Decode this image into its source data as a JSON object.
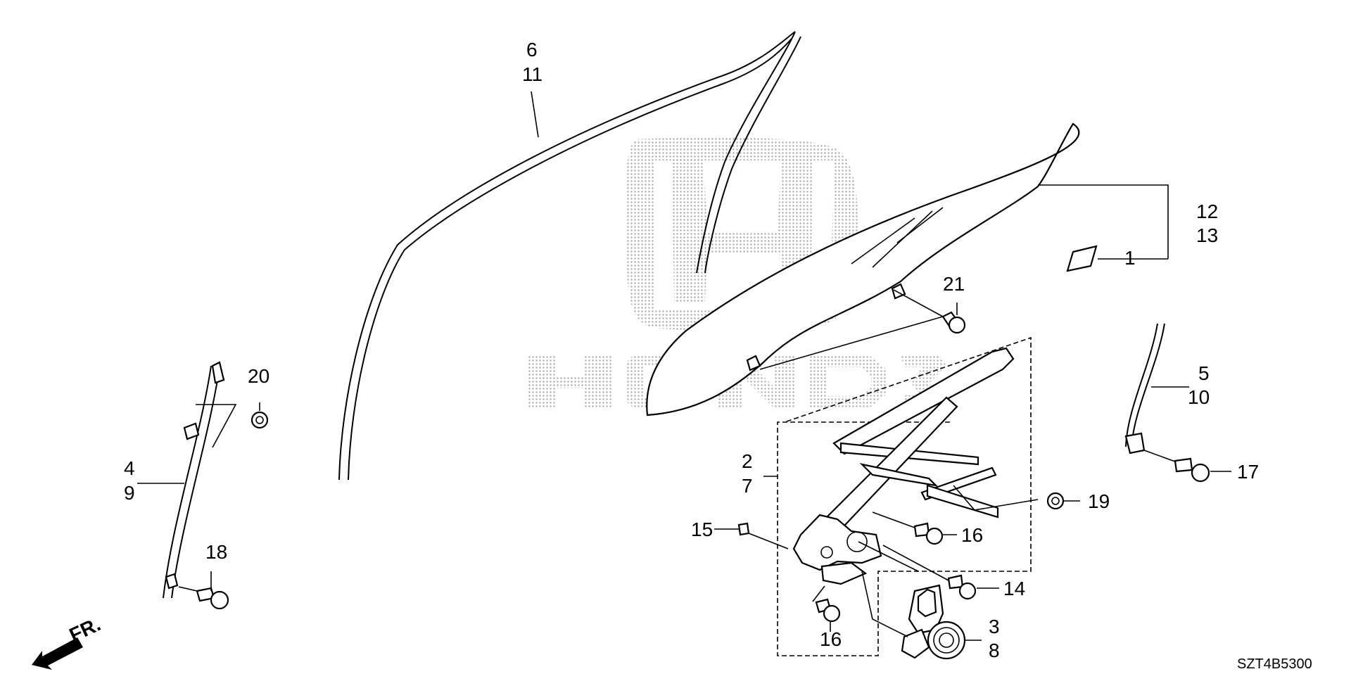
{
  "diagram_code": "SZT4B5300",
  "direction_label": "FR.",
  "callouts": [
    {
      "id": "c1",
      "text": "1"
    },
    {
      "id": "c2",
      "text": "2"
    },
    {
      "id": "c7",
      "text": "7"
    },
    {
      "id": "c3",
      "text": "3"
    },
    {
      "id": "c8",
      "text": "8"
    },
    {
      "id": "c4",
      "text": "4"
    },
    {
      "id": "c9",
      "text": "9"
    },
    {
      "id": "c5",
      "text": "5"
    },
    {
      "id": "c10",
      "text": "10"
    },
    {
      "id": "c6",
      "text": "6"
    },
    {
      "id": "c11",
      "text": "11"
    },
    {
      "id": "c12",
      "text": "12"
    },
    {
      "id": "c13",
      "text": "13"
    },
    {
      "id": "c14",
      "text": "14"
    },
    {
      "id": "c15",
      "text": "15"
    },
    {
      "id": "c16a",
      "text": "16"
    },
    {
      "id": "c16b",
      "text": "16"
    },
    {
      "id": "c17",
      "text": "17"
    },
    {
      "id": "c18",
      "text": "18"
    },
    {
      "id": "c19",
      "text": "19"
    },
    {
      "id": "c20",
      "text": "20"
    },
    {
      "id": "c21",
      "text": "21"
    }
  ],
  "colors": {
    "line": "#000000",
    "watermark": "#9a9a9a",
    "background": "#ffffff"
  }
}
